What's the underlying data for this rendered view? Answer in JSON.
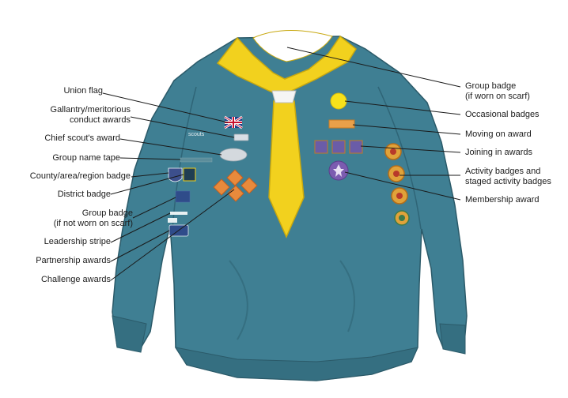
{
  "labels_left": [
    {
      "id": "union-flag",
      "lines": [
        "Union flag"
      ]
    },
    {
      "id": "gallantry-awards",
      "lines": [
        "Gallantry/meritorious",
        "conduct awards"
      ]
    },
    {
      "id": "chief-scouts-award",
      "lines": [
        "Chief scout's award"
      ]
    },
    {
      "id": "group-name-tape",
      "lines": [
        "Group name tape"
      ]
    },
    {
      "id": "county-badge",
      "lines": [
        "County/area/region badge"
      ]
    },
    {
      "id": "district-badge",
      "lines": [
        "District badge"
      ]
    },
    {
      "id": "group-badge-sleeve",
      "lines": [
        "Group badge",
        "(if not worn on scarf)"
      ]
    },
    {
      "id": "leadership-stripe",
      "lines": [
        "Leadership stripe"
      ]
    },
    {
      "id": "partnership-awards",
      "lines": [
        "Partnership awards"
      ]
    },
    {
      "id": "challenge-awards",
      "lines": [
        "Challenge awards"
      ]
    }
  ],
  "labels_right": [
    {
      "id": "group-badge-scarf",
      "lines": [
        "Group badge",
        "(if worn on scarf)"
      ]
    },
    {
      "id": "occasional-badges",
      "lines": [
        "Occasional badges"
      ]
    },
    {
      "id": "moving-on-award",
      "lines": [
        "Moving on award"
      ]
    },
    {
      "id": "joining-in-awards",
      "lines": [
        "Joining in awards"
      ]
    },
    {
      "id": "activity-badges",
      "lines": [
        "Activity badges and",
        "staged activity badges"
      ]
    },
    {
      "id": "membership-award",
      "lines": [
        "Membership award"
      ]
    }
  ],
  "patch_text": {
    "scouts_logo": "scouts"
  },
  "colors": {
    "sweater": "#3f7f93",
    "sweater_dark": "#2f6577",
    "scarf": "#f2d11e",
    "scarf_edge": "#c8a80f",
    "occasional_badge": "#f7e11a",
    "moving_on": "#e8a04a",
    "joining_in": "#6a5ca8",
    "activity": "#e0a23a",
    "membership": "#7b5cb0",
    "challenge": "#e88a3c",
    "line": "#1a1a1a"
  }
}
